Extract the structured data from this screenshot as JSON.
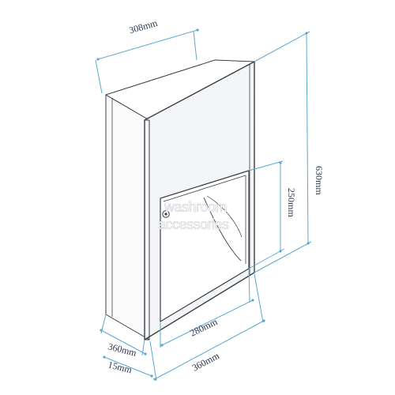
{
  "dimensions": {
    "top_width": "308mm",
    "height": "630mm",
    "opening_height": "250mm",
    "opening_width": "280mm",
    "side_depth": "360mm",
    "flange_depth": "15mm",
    "bottom_width": "360mm"
  },
  "watermark": {
    "line1": "washroom",
    "line2": "accessories"
  },
  "colors": {
    "dimension_line": "#5aa8cf",
    "outline": "#3a3f47",
    "text": "#2a3550",
    "panel_fill": "#f4f5f7"
  }
}
